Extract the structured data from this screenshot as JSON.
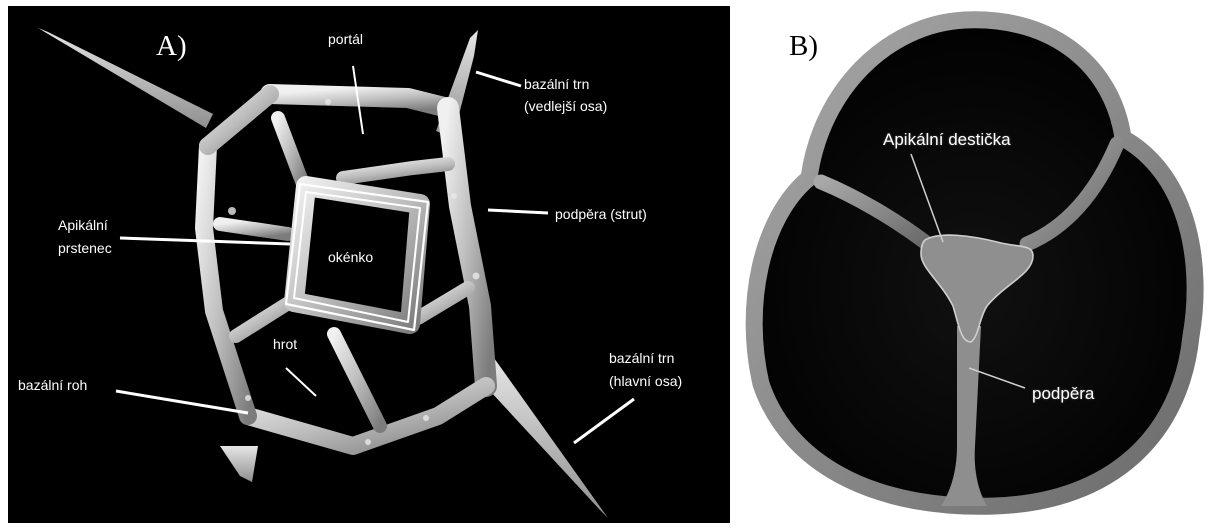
{
  "panel_a": {
    "letter": "A)",
    "labels": {
      "portal": "portál",
      "basal_spine_secondary_line1": "bazální trn",
      "basal_spine_secondary_line2": "(vedlejší osa)",
      "apical_ring_line1": "Apikální",
      "apical_ring_line2": "prstenec",
      "window": "okénko",
      "strut": "podpěra (strut)",
      "spike": "hrot",
      "basal_horn": "bazální roh",
      "basal_spine_main_line1": "bazální trn",
      "basal_spine_main_line2": "(hlavní osa)"
    }
  },
  "panel_b": {
    "letter": "B)",
    "labels": {
      "apical_plate": "Apikální destička",
      "strut": "podpěra"
    }
  },
  "colors": {
    "background_a": "#000000",
    "background_b": "#ffffff",
    "label_text": "#ffffff",
    "skeleton_light": "#d9d9d9",
    "skeleton_dark": "#8a8a8a"
  }
}
